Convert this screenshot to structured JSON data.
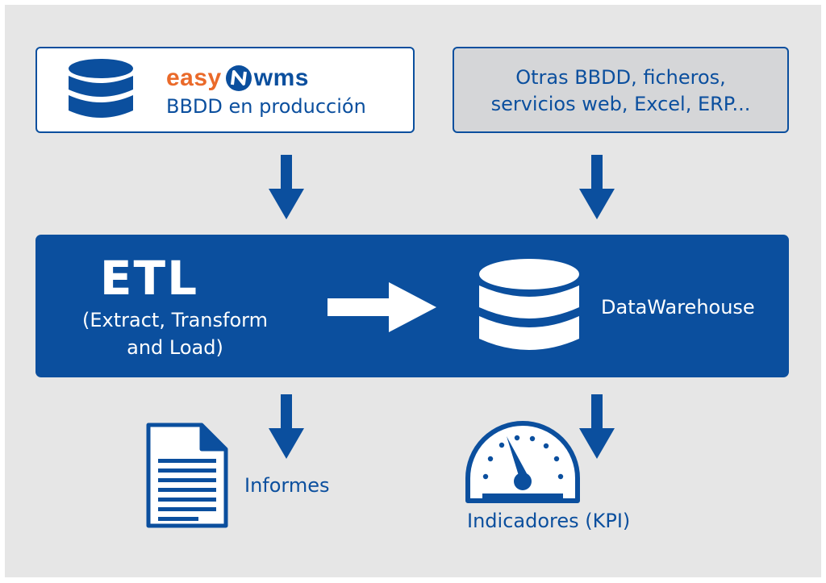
{
  "sources": {
    "easywms": {
      "brand_prefix": "easy",
      "brand_suffix": "wms",
      "subtitle": "BBDD en producción",
      "icon": "database-icon"
    },
    "other": {
      "line1": "Otras BBDD, ficheros,",
      "line2": "servicios web, Excel, ERP..."
    }
  },
  "process": {
    "title": "ETL",
    "subtitle_line1": "(Extract, Transform",
    "subtitle_line2": "and Load)",
    "arrow_icon": "arrow-right-icon",
    "warehouse_label": "DataWarehouse",
    "warehouse_icon": "database-icon"
  },
  "outputs": {
    "reports_label": "Informes",
    "reports_icon": "document-icon",
    "kpi_label": "Indicadores (KPI)",
    "kpi_icon": "gauge-icon"
  },
  "colors": {
    "primary_blue": "#0b4f9e",
    "brand_orange": "#ea6a2a",
    "background": "#e6e6e6",
    "secondary_box": "#d5d6d8"
  }
}
